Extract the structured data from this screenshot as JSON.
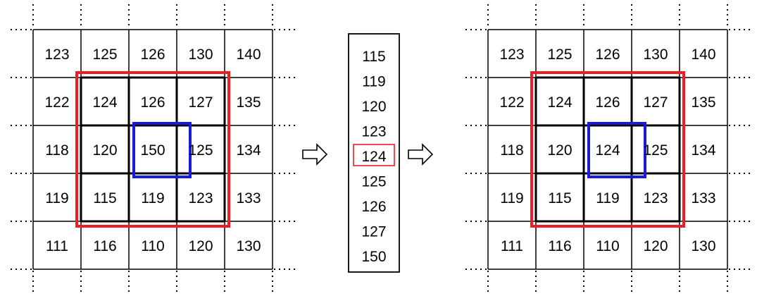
{
  "input_grid": {
    "rows": [
      [
        "123",
        "125",
        "126",
        "130",
        "140"
      ],
      [
        "122",
        "124",
        "126",
        "127",
        "135"
      ],
      [
        "118",
        "120",
        "150",
        "125",
        "134"
      ],
      [
        "119",
        "115",
        "119",
        "123",
        "133"
      ],
      [
        "111",
        "116",
        "110",
        "120",
        "130"
      ]
    ]
  },
  "sorted_list": {
    "values": [
      "115",
      "119",
      "120",
      "123",
      "124",
      "125",
      "126",
      "127",
      "150"
    ],
    "median_index": 4
  },
  "output_grid": {
    "rows": [
      [
        "123",
        "125",
        "126",
        "130",
        "140"
      ],
      [
        "122",
        "124",
        "126",
        "127",
        "135"
      ],
      [
        "118",
        "120",
        "124",
        "125",
        "134"
      ],
      [
        "119",
        "115",
        "119",
        "123",
        "133"
      ],
      [
        "111",
        "116",
        "110",
        "120",
        "130"
      ]
    ]
  },
  "colors": {
    "window_border": "#ee1c24",
    "center_border": "#1a1adf",
    "input_center_text": "#1a1adf",
    "output_center_text": "#ee1c24",
    "median_box": "#ee1c24",
    "grid_line": "#000000"
  }
}
